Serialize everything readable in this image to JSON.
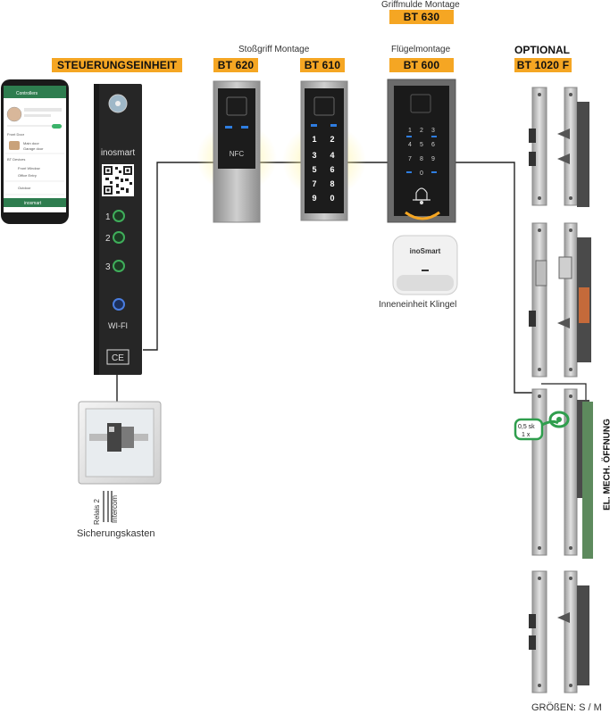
{
  "labels": {
    "steuerungseinheit": "STEUERUNGSEINHEIT",
    "bt620": "BT 620",
    "bt610": "BT 610",
    "bt600": "BT 600",
    "bt630": "BT 630",
    "bt1020f": "BT 1020 F",
    "optional": "OPTIONAL",
    "stossgriff": "Stoßgriff  Montage",
    "fluegel": "Flügelmontage",
    "griffmulde": "Griffmulde Montage",
    "inneneinheit": "Inneneinheit Klingel",
    "sicherungskasten": "Sicherungskasten",
    "relais": "Relais 2",
    "intercom": "Intercom",
    "el_mech": "EL. MECH. ÖFFNUNG",
    "groessen": "GRÖßEN: S / M",
    "timer_line1": "0,5 sk",
    "timer_line2": "1 x"
  },
  "controller": {
    "brand": "inosmart",
    "channels": [
      "1",
      "2",
      "3"
    ],
    "wifi": "WI-FI",
    "ce": "CE"
  },
  "nfc": {
    "label": "NFC"
  },
  "keypad610": {
    "keys": [
      "1",
      "2",
      "3",
      "4",
      "5",
      "6",
      "7",
      "8",
      "9",
      "0"
    ]
  },
  "keypad600": {
    "keys": [
      "1",
      "2",
      "3",
      "4",
      "5",
      "6",
      "7",
      "8",
      "9",
      "0"
    ]
  },
  "chime": {
    "brand": "inoSmart"
  },
  "phone": {
    "title": "Controllers",
    "items": [
      "Front Door",
      "Main door",
      "Garage door",
      "BT Devices",
      "Front Window",
      "Office Entry",
      "Outdoor"
    ],
    "footer": "inosmart"
  }
}
